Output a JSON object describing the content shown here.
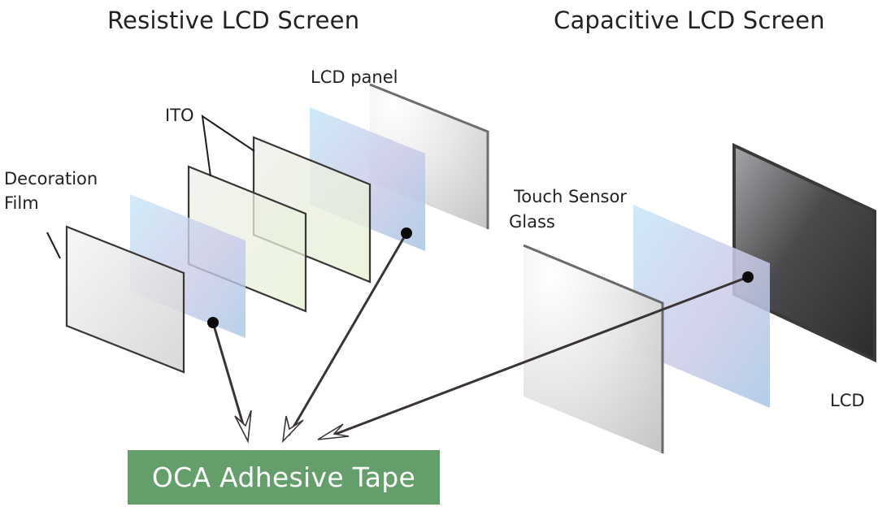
{
  "titles": {
    "resistive": "Resistive LCD Screen",
    "capacitive": "Capacitive LCD Screen"
  },
  "labels": {
    "lcd_panel": "LCD panel",
    "ito": "ITO",
    "decoration_film_line1": "Decoration",
    "decoration_film_line2": "Film",
    "touch_sensor_line1": "Touch Sensor",
    "touch_sensor_line2": "Glass",
    "lcd": "LCD"
  },
  "callout": {
    "label": "OCA Adhesive Tape",
    "color": "#649e6a"
  },
  "layers": {
    "resistive": [
      "Decoration Film",
      "OCA Adhesive Tape",
      "ITO",
      "ITO",
      "OCA Adhesive Tape",
      "LCD panel"
    ],
    "capacitive": [
      "Touch Sensor Glass",
      "OCA Adhesive Tape",
      "LCD"
    ]
  },
  "colors": {
    "outline": "#3a3636",
    "oca_film_light": "#c8e8f8",
    "oca_film_mid": "#c9cbe8",
    "oca_film_dark": "#a8c8e4",
    "ito_fill": "#e6f1d8",
    "glass_fill": "#e4e4e4",
    "lcd_dark": "#2e2e2e"
  }
}
